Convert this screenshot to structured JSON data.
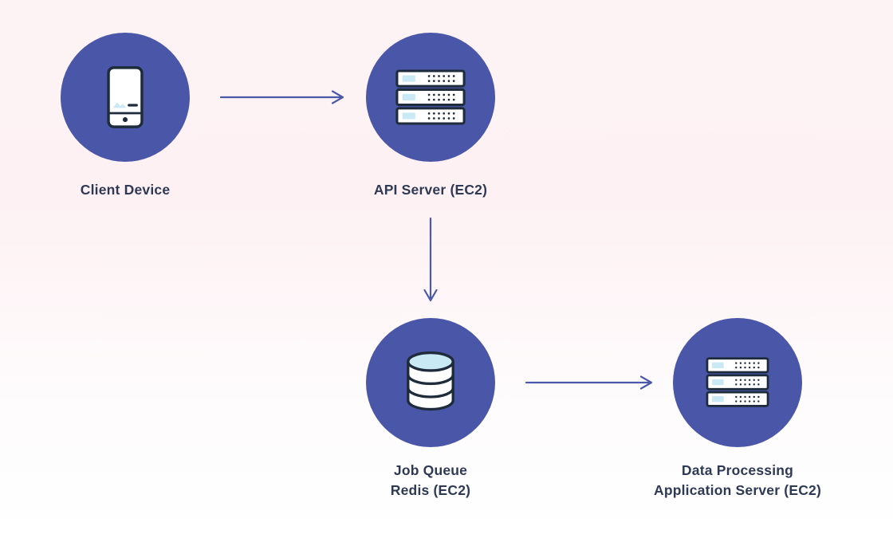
{
  "colors": {
    "background-top": "#fdf2f4",
    "background-bottom": "#ffffff",
    "node-fill": "#4a57a8",
    "arrow": "#4a5aa8",
    "label-text": "#2e3a55",
    "icon-outline": "#1d2b3a",
    "icon-body": "#ffffff",
    "icon-accent": "#c9e9f5"
  },
  "diagram": {
    "type": "architecture-flow",
    "nodes": [
      {
        "id": "client-device",
        "icon": "mobile-device-icon",
        "lines": [
          "Client Device"
        ]
      },
      {
        "id": "api-server",
        "icon": "server-stack-icon",
        "lines": [
          "API Server (EC2)"
        ]
      },
      {
        "id": "job-queue-redis",
        "icon": "database-icon",
        "lines": [
          "Job Queue",
          "Redis (EC2)"
        ]
      },
      {
        "id": "data-processing-app-server",
        "icon": "server-stack-icon",
        "lines": [
          "Data Processing",
          "Application Server (EC2)"
        ]
      }
    ],
    "edges": [
      {
        "from": "client-device",
        "to": "api-server",
        "direction": "right"
      },
      {
        "from": "api-server",
        "to": "job-queue-redis",
        "direction": "down"
      },
      {
        "from": "job-queue-redis",
        "to": "data-processing-app-server",
        "direction": "right"
      }
    ]
  }
}
